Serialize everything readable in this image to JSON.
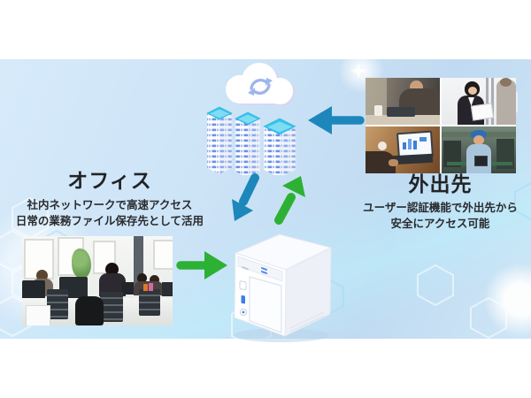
{
  "office": {
    "title": "オフィス",
    "line1": "社内ネットワークで高速アクセス",
    "line2": "日常の業務ファイル保存先として活用",
    "photo": "open-plan-office-with-workers-photo"
  },
  "remote": {
    "title": "外出先",
    "line1": "ユーザー認証機能で外出先から",
    "line2": "安全にアクセス可能",
    "photos": [
      "businessman-with-laptop-photo",
      "receptionist-showing-tablet-photo",
      "laptop-with-charts-photo",
      "factory-worker-with-tablet-photo"
    ]
  },
  "illustrations": {
    "cloud": "cloud-sync-servers-illustration",
    "nas": "nas-storage-device-illustration"
  },
  "arrows": {
    "remote_to_cloud": {
      "direction": "left",
      "color": "#1d87bb"
    },
    "cloud_to_nas": {
      "direction": "down",
      "color": "#1d87bb"
    },
    "nas_to_cloud": {
      "direction": "up",
      "color": "#2db134"
    },
    "office_to_nas": {
      "direction": "right",
      "color": "#2db134"
    }
  },
  "colors": {
    "band_light": "#d6eafa",
    "band_dark": "#c0daf1",
    "server_top": "#35c4eb",
    "data_stripe": "#5f86e8",
    "text": "#222326"
  }
}
